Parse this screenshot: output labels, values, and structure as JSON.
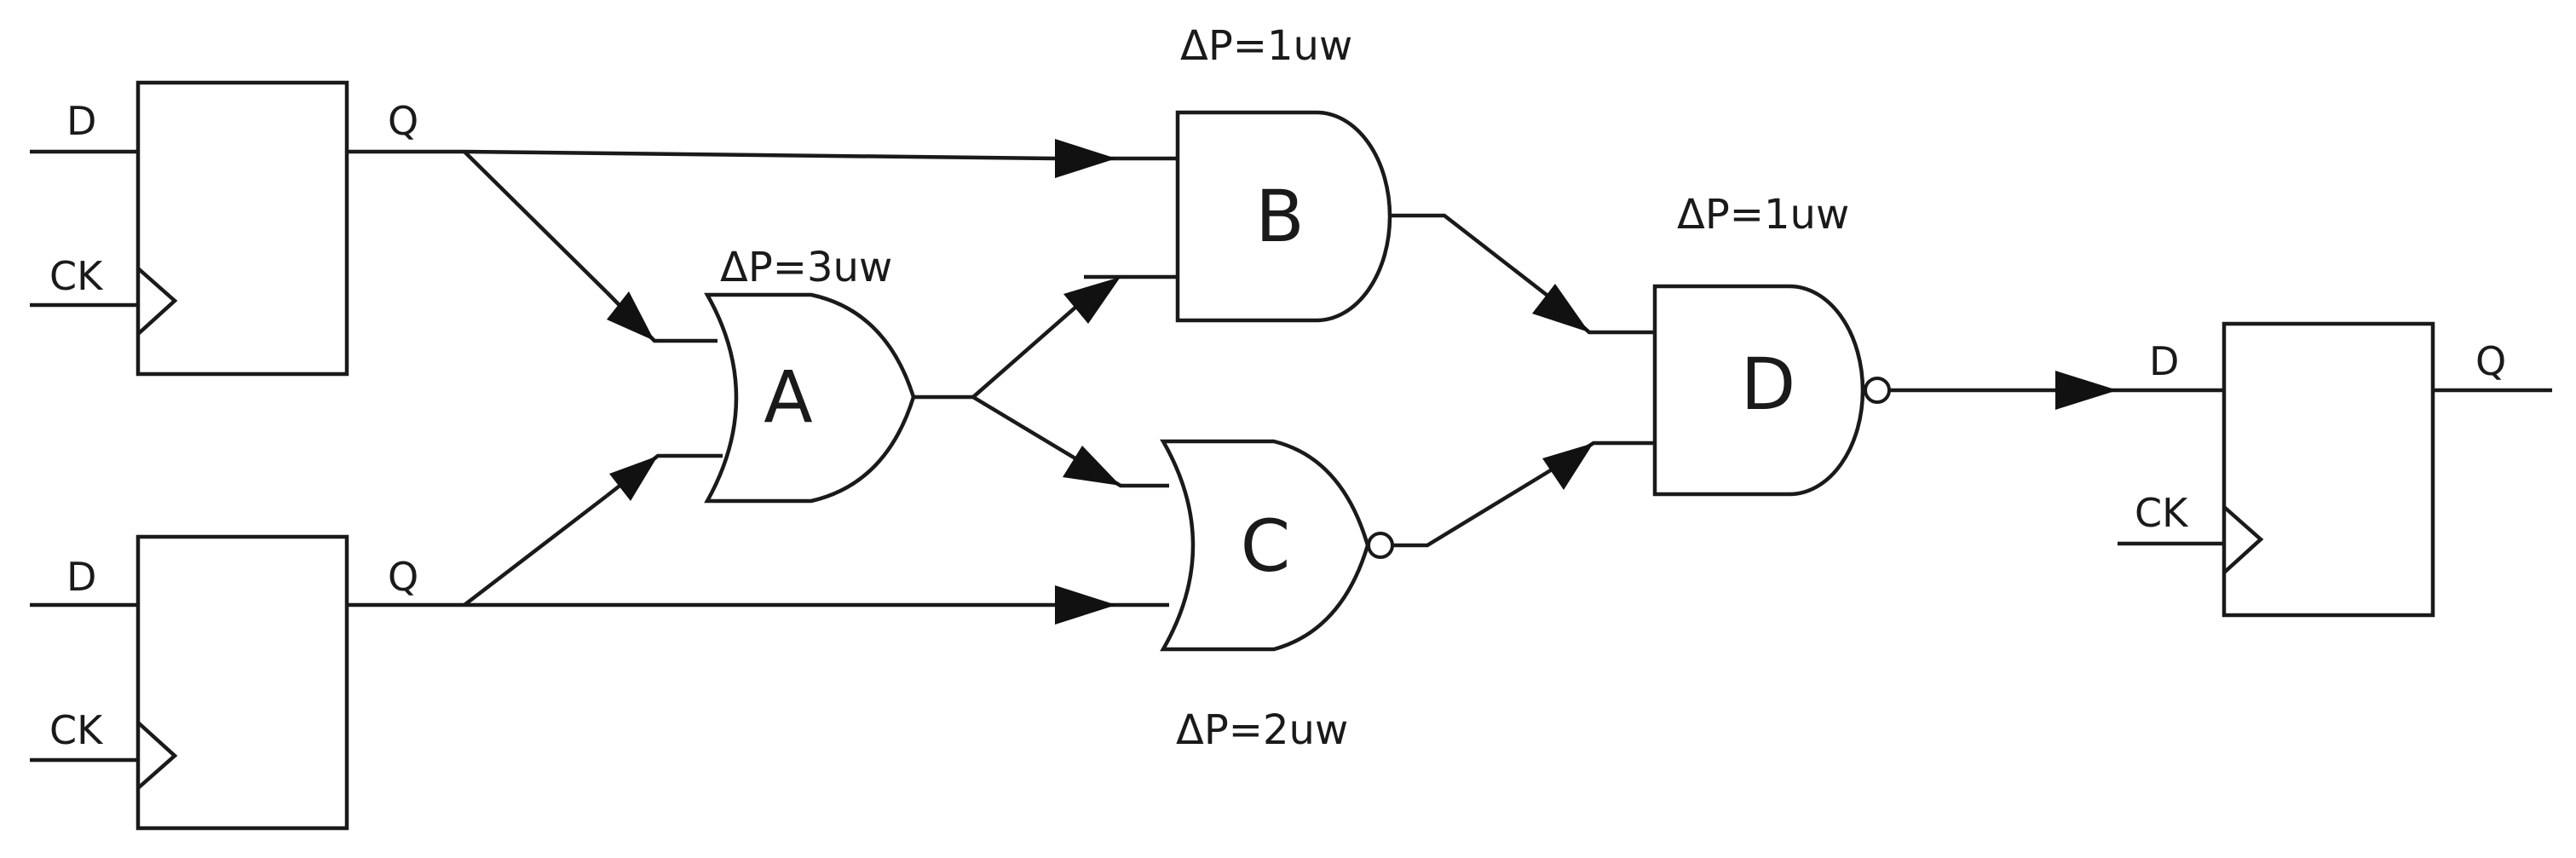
{
  "flipflops": [
    {
      "id": "ff1",
      "d_label": "D",
      "ck_label": "CK",
      "q_label": "Q"
    },
    {
      "id": "ff2",
      "d_label": "D",
      "ck_label": "CK",
      "q_label": "Q"
    },
    {
      "id": "ff3",
      "d_label": "D",
      "ck_label": "CK",
      "q_label": "Q"
    }
  ],
  "gates": {
    "A": {
      "label": "A",
      "type": "OR",
      "power": "ΔP=3uw"
    },
    "B": {
      "label": "B",
      "type": "AND",
      "power": "ΔP=1uw"
    },
    "C": {
      "label": "C",
      "type": "NOR",
      "power": "ΔP=2uw"
    },
    "D": {
      "label": "D",
      "type": "NAND",
      "power": "ΔP=1uw"
    }
  },
  "colors": {
    "stroke": "#1a1a1a",
    "background": "#ffffff"
  }
}
